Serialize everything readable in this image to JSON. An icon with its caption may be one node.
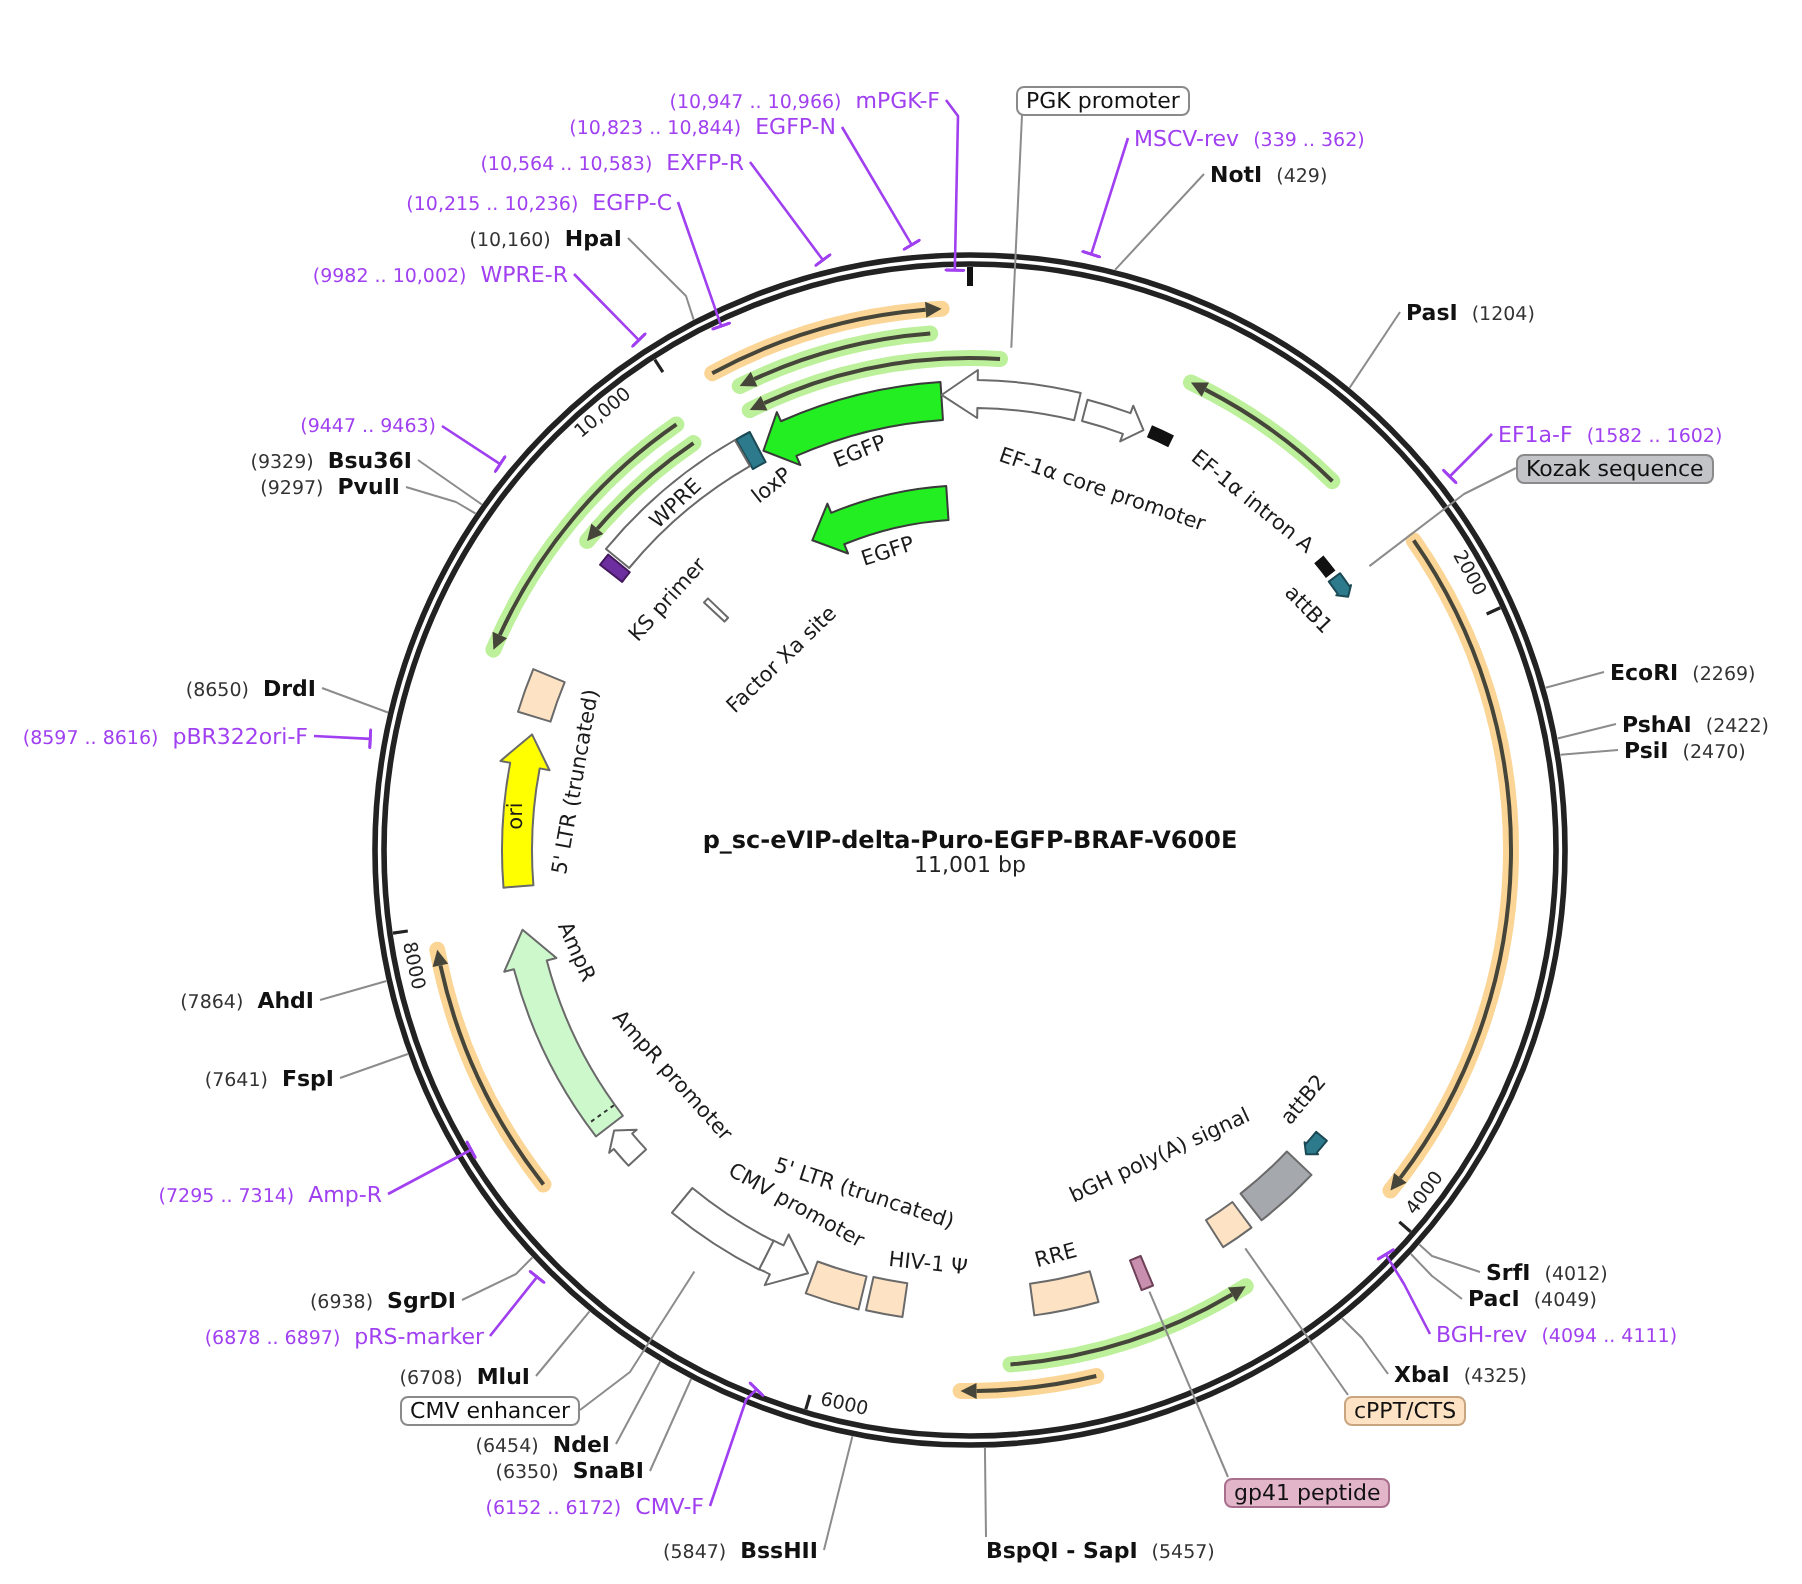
{
  "diagram": {
    "title": "p_sc-eVIP-delta-Puro-EGFP-BRAF-V600E",
    "nodes": [
      {
        "text": [
          "(10,947 .. 10,966)",
          "mPGK-F"
        ]
      },
      {
        "text": [
          "PGK promoter"
        ]
      },
      {
        "text": [
          "(10,823 .. 10,844)",
          "EGFP-N"
        ]
      },
      {
        "text": [
          "MSCV-rev",
          "(339 .. 362)"
        ]
      },
      {
        "text": [
          "(10,564 .. 10,583)",
          "EXFP-R"
        ]
      },
      {
        "text": [
          "NotI",
          "(429)"
        ]
      },
      {
        "text": [
          "(10,215 .. 10,236)",
          "EGFP-C"
        ]
      },
      {
        "text": [
          "(10,160)",
          "HpaI"
        ]
      },
      {
        "text": [
          "(9982 .. 10,002)",
          "WPRE-R"
        ]
      },
      {
        "text": [
          "PasI",
          "(1204)"
        ]
      },
      {
        "text": [
          "(9447 .. 9463)"
        ]
      },
      {
        "text": [
          "EF1a-F",
          "(1582 .. 1602)"
        ]
      },
      {
        "text": [
          "(9329)",
          "Bsu36I"
        ]
      },
      {
        "text": [
          "Kozak sequence"
        ]
      },
      {
        "text": [
          "(9297)",
          "PvuII"
        ]
      },
      {
        "text": [
          "EcoRI",
          "(2269)"
        ]
      },
      {
        "text": [
          "(8650)",
          "DrdI"
        ]
      },
      {
        "text": [
          "PshAI",
          "(2422)"
        ]
      },
      {
        "text": [
          "(8597 .. 8616)",
          "pBR322ori-F"
        ]
      },
      {
        "text": [
          "PsiI",
          "(2470)"
        ]
      },
      {
        "text": [
          "(7864)",
          "AhdI"
        ]
      },
      {
        "text": [
          "(7641)",
          "FspI"
        ]
      },
      {
        "text": [
          "(7295 .. 7314)",
          "Amp-R"
        ]
      },
      {
        "text": [
          "SrfI",
          "(4012)"
        ]
      },
      {
        "text": [
          "PacI",
          "(4049)"
        ]
      },
      {
        "text": [
          "(6938)",
          "SgrDI"
        ]
      },
      {
        "text": [
          "BGH-rev",
          "(4094 .. 4111)"
        ]
      },
      {
        "text": [
          "(6878 .. 6897)",
          "pRS-marker"
        ]
      },
      {
        "text": [
          "XbaI",
          "(4325)"
        ]
      },
      {
        "text": [
          "(6708)",
          "MluI"
        ]
      },
      {
        "text": [
          "CMV enhancer"
        ]
      },
      {
        "text": [
          "cPPT/CTS"
        ]
      },
      {
        "text": [
          "(6454)",
          "NdeI"
        ]
      },
      {
        "text": [
          "(6350)",
          "SnaBI"
        ]
      },
      {
        "text": [
          "gp41 peptide"
        ]
      },
      {
        "text": [
          "(6152 .. 6172)",
          "CMV-F"
        ]
      },
      {
        "text": [
          "(5847)",
          "BssHII"
        ]
      },
      {
        "text": [
          "BspQI - SapI",
          "(5457)"
        ]
      },
      {
        "text": [
          "EGFP"
        ]
      },
      {
        "text": [
          "EF-1α core promoter"
        ]
      },
      {
        "text": [
          "EF-1α intron A"
        ]
      },
      {
        "text": [
          "loxP"
        ]
      },
      {
        "text": [
          "EGFP"
        ]
      },
      {
        "text": [
          "WPRE"
        ]
      },
      {
        "text": [
          "attB1"
        ]
      },
      {
        "text": [
          "KS primer"
        ]
      },
      {
        "text": [
          "Factor Xa site"
        ]
      },
      {
        "text": [
          "5' LTR (truncated)"
        ]
      },
      {
        "text": [
          "ori"
        ]
      },
      {
        "text": [
          "AmpR"
        ]
      },
      {
        "text": [
          "AmpR promoter"
        ]
      },
      {
        "text": [
          "CMV promoter"
        ]
      },
      {
        "text": [
          "5' LTR (truncated)"
        ]
      },
      {
        "text": [
          "HIV-1 Ψ"
        ]
      },
      {
        "text": [
          "RRE"
        ]
      },
      {
        "text": [],
        "shape": "box"
      },
      {
        "text": [
          "bGH poly(A) signal"
        ]
      },
      {
        "text": [],
        "shape": "box"
      },
      {
        "text": [
          "attB2"
        ]
      },
      {
        "text": [],
        "shape": "box"
      }
    ],
    "edges": [
      {
        "from": 0,
        "to": null,
        "arrow": "other",
        "color": "#a040f0"
      },
      {
        "from": 1,
        "to": null,
        "arrow": "none"
      },
      {
        "from": 2,
        "to": null,
        "arrow": "other",
        "color": "#a040f0"
      },
      {
        "from": 3,
        "to": null,
        "arrow": "other",
        "color": "#a040f0"
      },
      {
        "from": 4,
        "to": null,
        "arrow": "other",
        "color": "#a040f0"
      },
      {
        "from": 5,
        "to": null,
        "arrow": "none"
      },
      {
        "from": 6,
        "to": null,
        "arrow": "other",
        "color": "#a040f0"
      },
      {
        "from": 7,
        "to": null,
        "arrow": "none"
      },
      {
        "from": 8,
        "to": null,
        "arrow": "other",
        "color": "#a040f0"
      },
      {
        "from": 9,
        "to": null,
        "arrow": "none"
      },
      {
        "from": 10,
        "to": null,
        "arrow": "other",
        "color": "#a040f0"
      },
      {
        "from": 11,
        "to": null,
        "arrow": "other",
        "color": "#a040f0"
      },
      {
        "from": 12,
        "to": null,
        "arrow": "none"
      },
      {
        "from": 13,
        "to": null,
        "arrow": "none"
      },
      {
        "from": 14,
        "to": null,
        "arrow": "none"
      },
      {
        "from": 15,
        "to": null,
        "arrow": "none"
      },
      {
        "from": 16,
        "to": null,
        "arrow": "none"
      },
      {
        "from": 17,
        "to": null,
        "arrow": "none"
      },
      {
        "from": 18,
        "to": null,
        "arrow": "other",
        "color": "#a040f0"
      },
      {
        "from": 19,
        "to": null,
        "arrow": "none"
      },
      {
        "from": 20,
        "to": null,
        "arrow": "none"
      },
      {
        "from": 21,
        "to": null,
        "arrow": "none"
      },
      {
        "from": 22,
        "to": null,
        "arrow": "other",
        "color": "#a040f0"
      },
      {
        "from": 23,
        "to": null,
        "arrow": "none"
      },
      {
        "from": 24,
        "to": null,
        "arrow": "none"
      },
      {
        "from": 25,
        "to": null,
        "arrow": "none"
      },
      {
        "from": 26,
        "to": null,
        "arrow": "other",
        "color": "#a040f0"
      },
      {
        "from": 27,
        "to": null,
        "arrow": "other",
        "color": "#a040f0"
      },
      {
        "from": 28,
        "to": null,
        "arrow": "none"
      },
      {
        "from": 29,
        "to": null,
        "arrow": "none"
      },
      {
        "from": 30,
        "to": 59,
        "arrow": "none"
      },
      {
        "from": 31,
        "to": 57,
        "arrow": "none"
      },
      {
        "from": 32,
        "to": null,
        "arrow": "none"
      },
      {
        "from": 33,
        "to": null,
        "arrow": "none"
      },
      {
        "from": 34,
        "to": 55,
        "arrow": "none"
      },
      {
        "from": 35,
        "to": null,
        "arrow": "other",
        "color": "#a040f0"
      },
      {
        "from": 36,
        "to": null,
        "arrow": "none"
      },
      {
        "from": 37,
        "to": null,
        "arrow": "none"
      }
    ],
    "labels": [
      "11,001 bp",
      "2000",
      "4000",
      "6000",
      "8000",
      "10,000"
    ]
  }
}
